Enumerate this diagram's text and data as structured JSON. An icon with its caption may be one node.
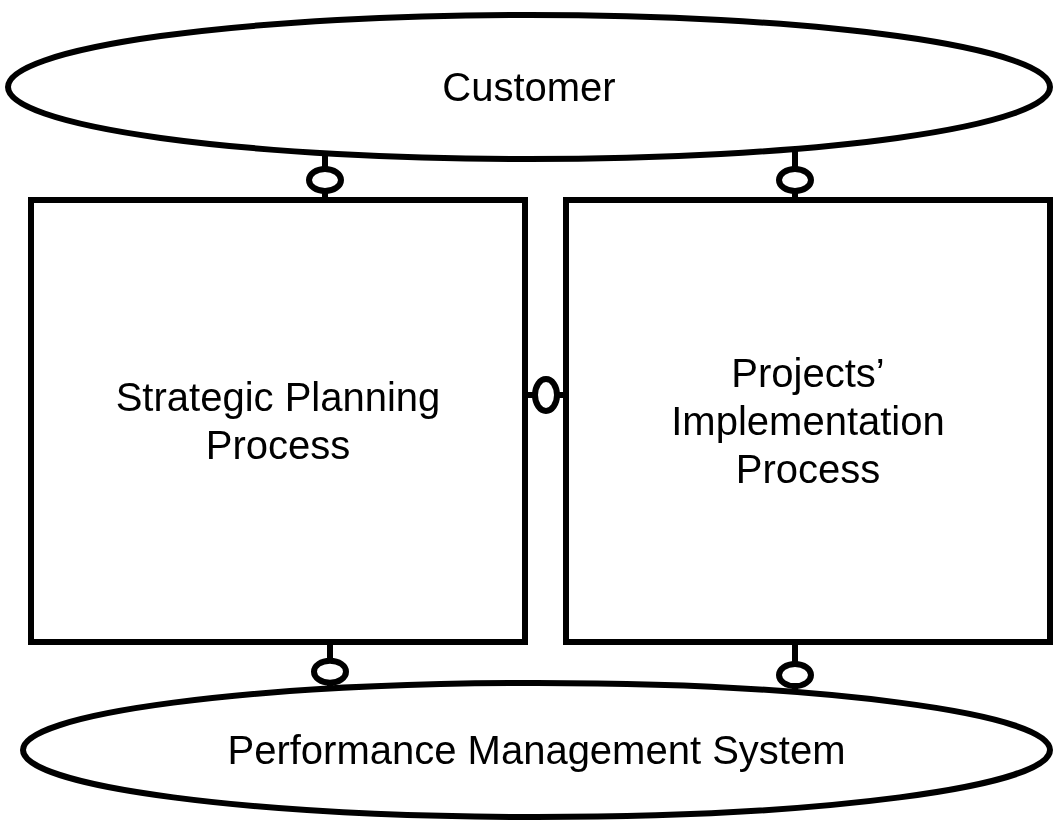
{
  "diagram": {
    "nodes": [
      {
        "text": [
          "Customer"
        ]
      },
      {
        "text": [
          "Strategic Planning Process"
        ]
      },
      {
        "text": [
          "Projects’ Implementation Process"
        ]
      },
      {
        "text": [
          "Performance Management System"
        ]
      }
    ],
    "edges": [
      {
        "from": 0,
        "to": 1,
        "arrow": "other"
      },
      {
        "from": 0,
        "to": 2,
        "arrow": "other"
      },
      {
        "from": 1,
        "to": 2,
        "arrow": "other"
      },
      {
        "from": 1,
        "to": 3,
        "arrow": "other"
      },
      {
        "from": 2,
        "to": 3,
        "arrow": "other"
      }
    ]
  }
}
